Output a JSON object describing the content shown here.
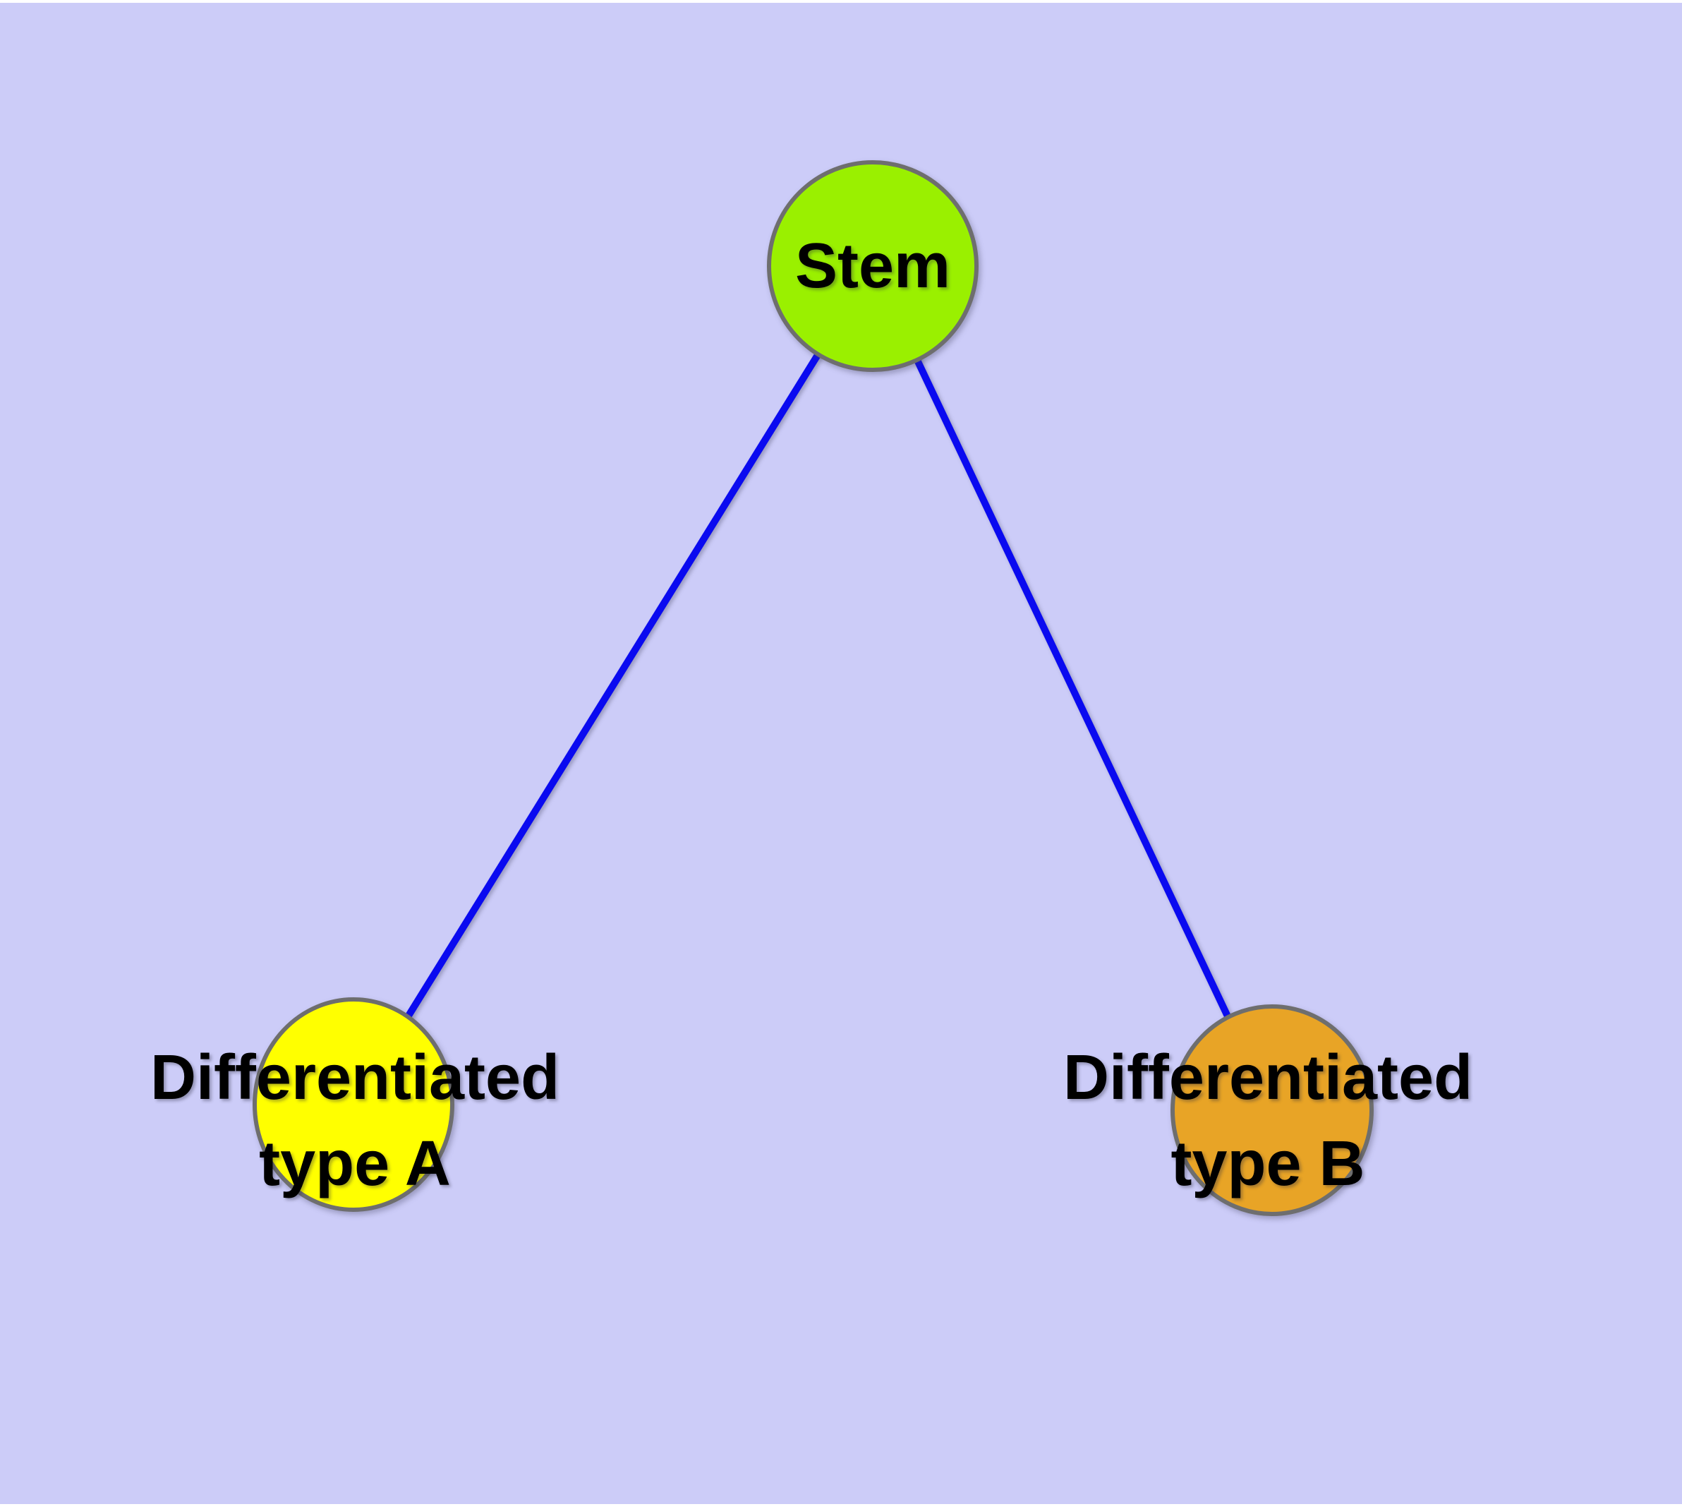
{
  "figure": {
    "type": "graph-diagram",
    "description": "Stem cell differentiation tree with one root node and two child nodes",
    "colors": {
      "page_margin": "#ffffff",
      "background": "#ccccf8",
      "edge": "#0a0af0",
      "node_border": "#6e6e6e",
      "label_text": "#000000"
    },
    "nodes": [
      {
        "id": "stem",
        "label": "Stem",
        "fill": "#9af000"
      },
      {
        "id": "differentiated-type-a",
        "label_lines": [
          "Differentiated",
          "type A"
        ],
        "fill": "#ffff00"
      },
      {
        "id": "differentiated-type-b",
        "label_lines": [
          "Differentiated",
          "type B"
        ],
        "fill": "#e8a426"
      }
    ],
    "edges": [
      {
        "from": "Stem",
        "to": "Differentiated type A"
      },
      {
        "from": "Stem",
        "to": "Differentiated type B"
      }
    ]
  }
}
